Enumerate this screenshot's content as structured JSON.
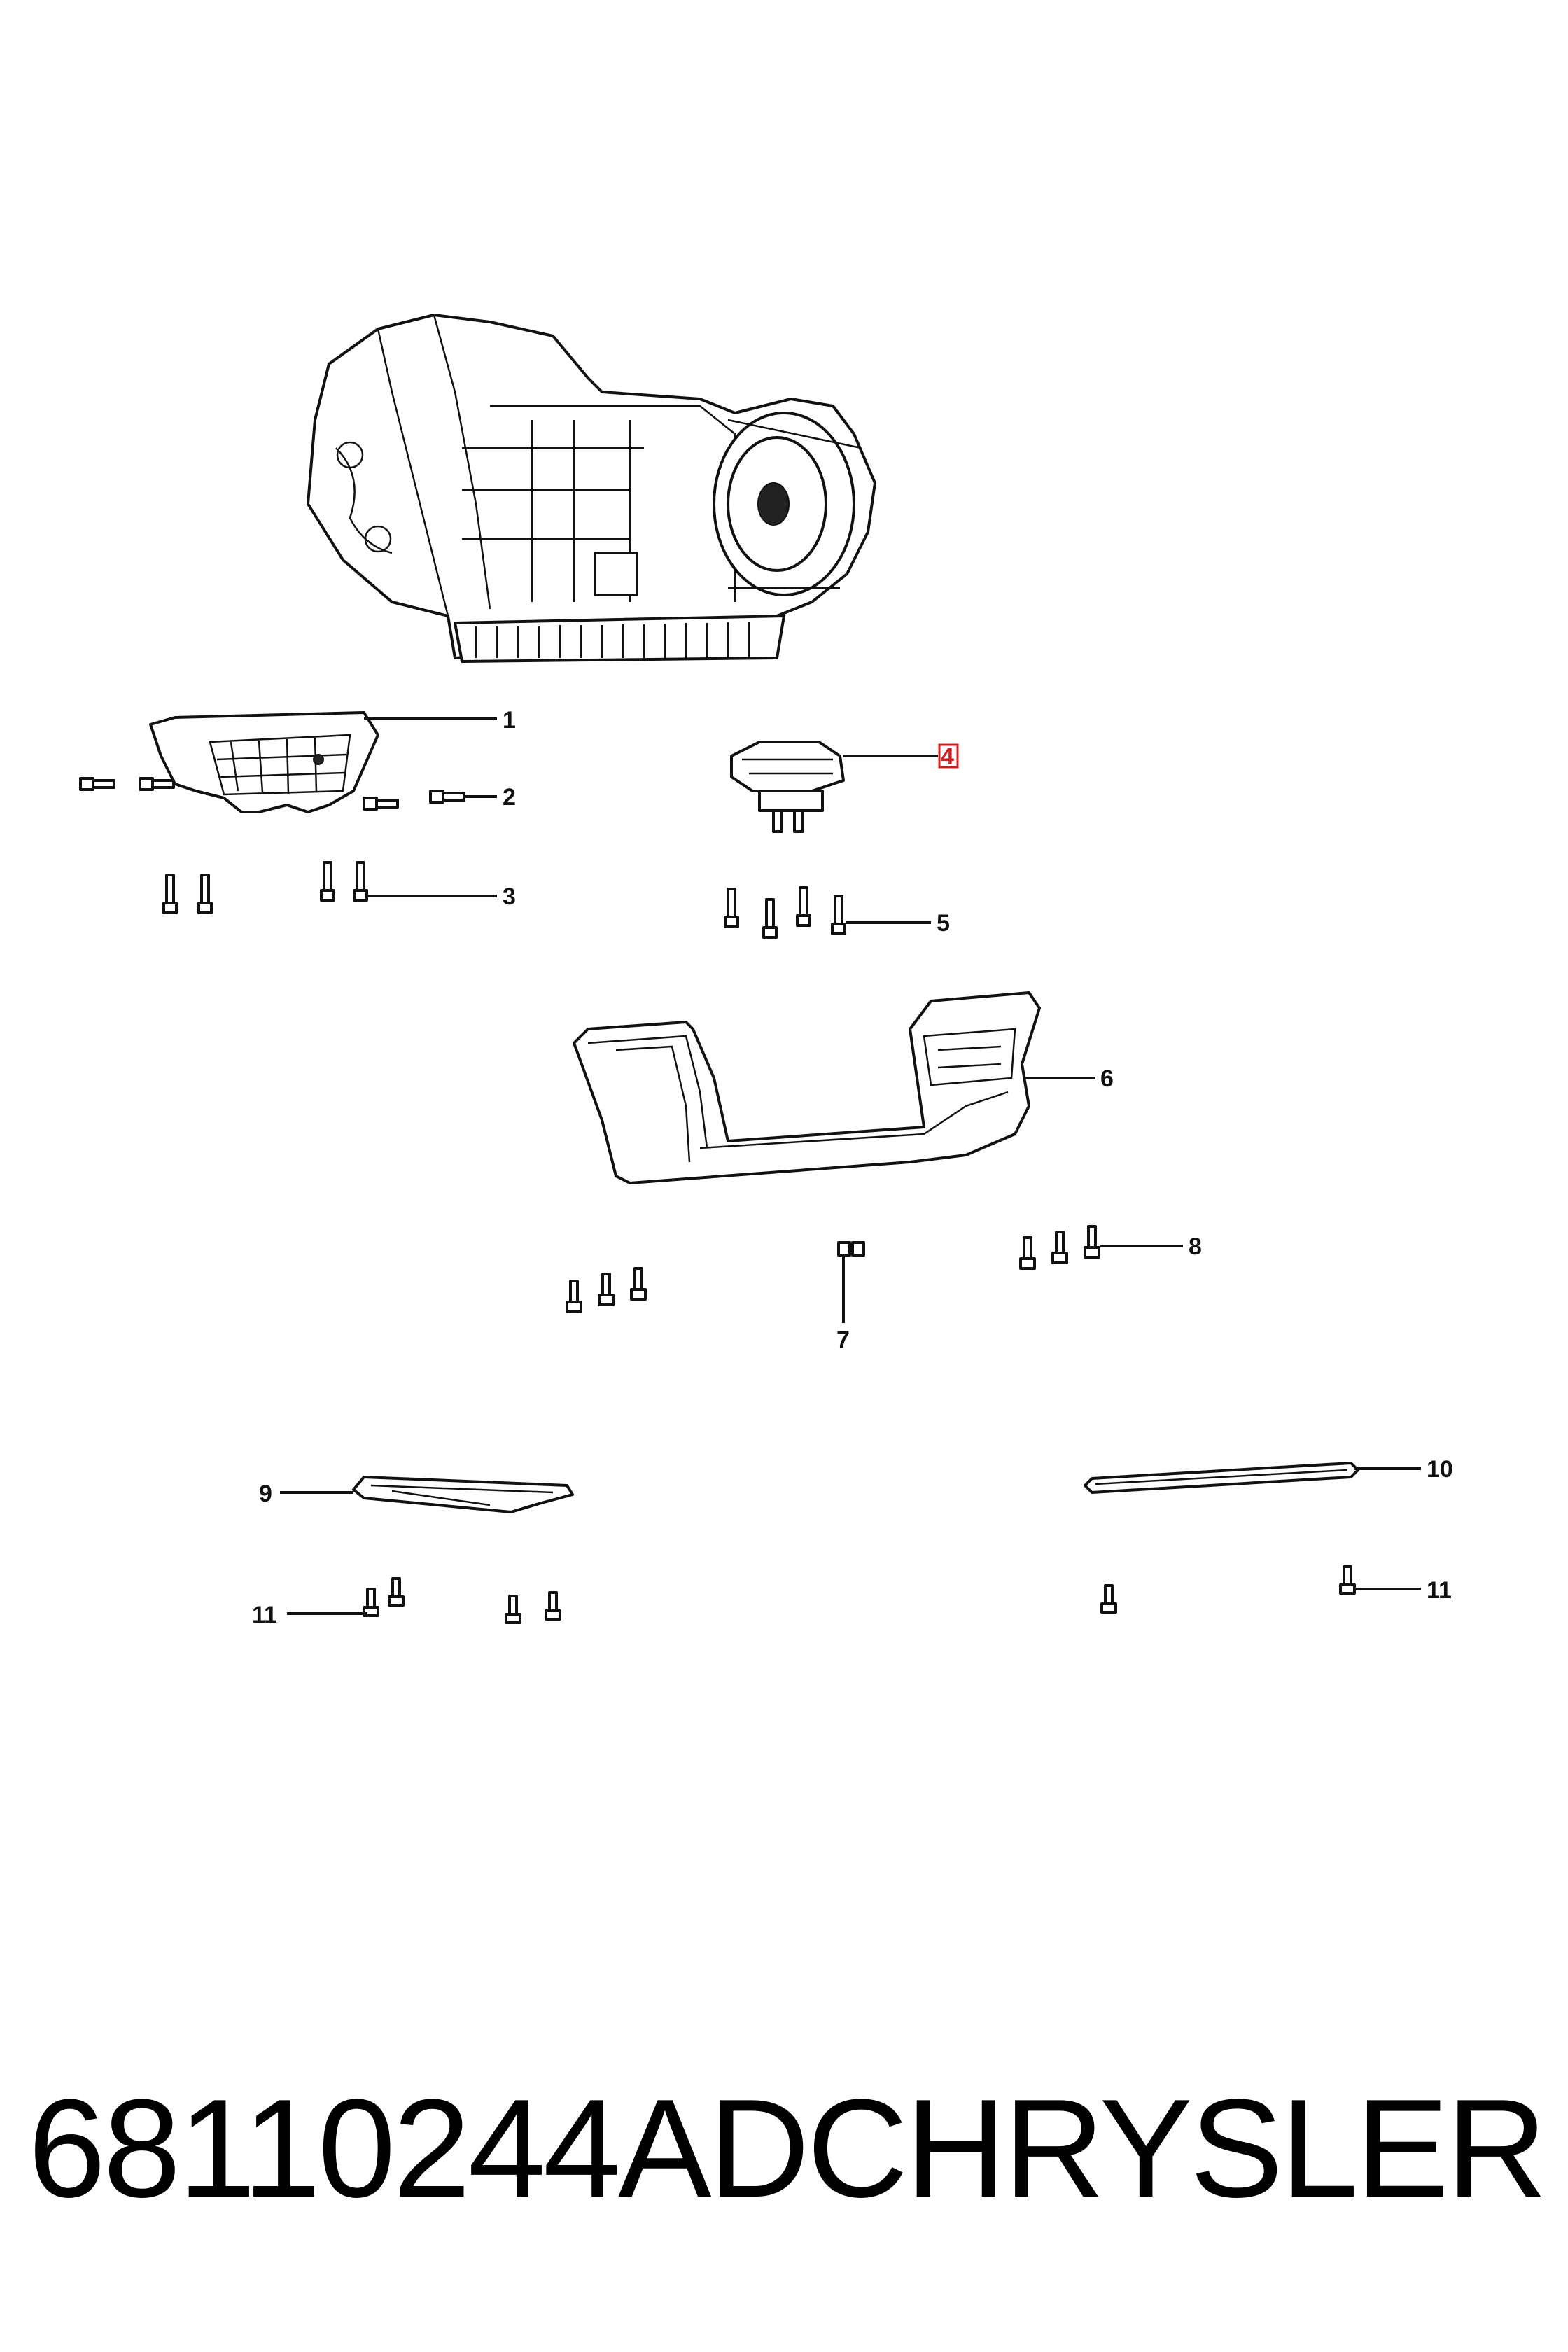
{
  "callouts": {
    "c1": "1",
    "c2": "2",
    "c3": "3",
    "c4": "4",
    "c5": "5",
    "c6": "6",
    "c7": "7",
    "c8": "8",
    "c9": "9",
    "c10": "10",
    "c11a": "11",
    "c11b": "11"
  },
  "highlight_color": "#d22020",
  "footer": {
    "part_number": "68110244AD",
    "brand": "CHRYSLER"
  }
}
